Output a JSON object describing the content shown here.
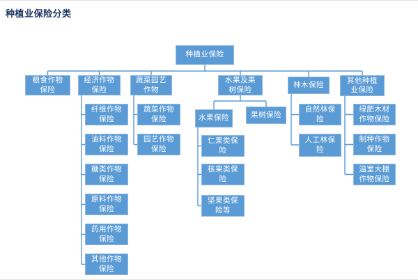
{
  "title": "种植业保险分类",
  "colors": {
    "box_fill": "#5b9bd5",
    "box_border": "#8fb8e0",
    "connector": "#5b9bd5",
    "title_text": "#1f3864",
    "box_text": "#ffffff"
  },
  "tree": {
    "root": "种植业保险",
    "branches": [
      {
        "label": "粮食作物保险",
        "children": []
      },
      {
        "label": "经济作物保险",
        "children": [
          {
            "label": "纤维作物保险"
          },
          {
            "label": "油料作物保险"
          },
          {
            "label": "糖类作物保险"
          },
          {
            "label": "原料作物保险"
          },
          {
            "label": "药用作物保险"
          },
          {
            "label": "其他作物保险"
          }
        ]
      },
      {
        "label": "蔬菜园艺作物",
        "children": [
          {
            "label": "蔬菜作物保险"
          },
          {
            "label": "园艺作物保险"
          }
        ]
      },
      {
        "label": "水果及果树保险",
        "children": [
          {
            "label": "水果保险",
            "children": [
              {
                "label": "仁果类保险"
              },
              {
                "label": "核果类保险"
              },
              {
                "label": "坚果类保险等"
              }
            ]
          },
          {
            "label": "果树保险"
          }
        ]
      },
      {
        "label": "林木保险",
        "children": [
          {
            "label": "自然林保险"
          },
          {
            "label": "人工林保险"
          }
        ]
      },
      {
        "label": "其他种植业保险",
        "children": [
          {
            "label": "绿肥木材作物保险"
          },
          {
            "label": "制种作物保险"
          },
          {
            "label": "温室大棚作物保险"
          }
        ]
      }
    ]
  }
}
